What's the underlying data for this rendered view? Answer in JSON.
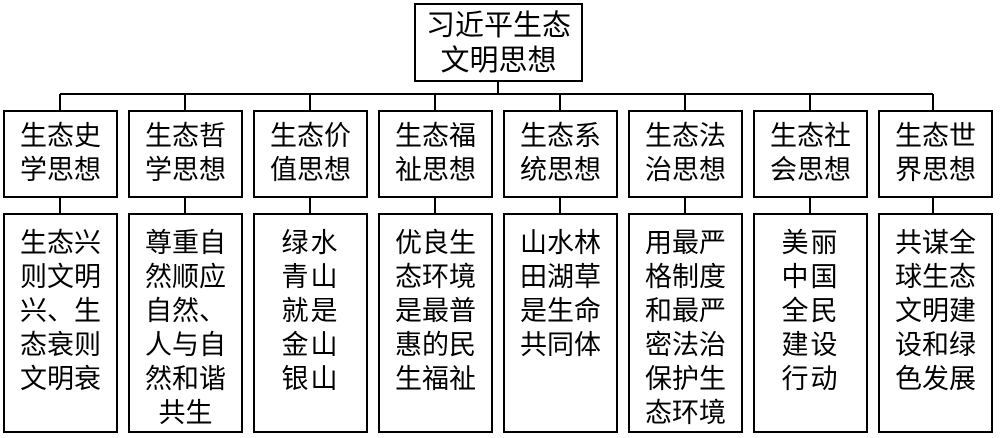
{
  "root": {
    "lines": [
      "习近平生态",
      "文明思想"
    ]
  },
  "branches": [
    {
      "title": [
        "生态史",
        "学思想"
      ],
      "detail": [
        "生态兴",
        "则文明",
        "兴、生",
        "态衰则",
        "文明衰"
      ]
    },
    {
      "title": [
        "生态哲",
        "学思想"
      ],
      "detail": [
        "尊重自",
        "然顺应",
        "自然、",
        "人与自",
        "然和谐",
        "共生"
      ]
    },
    {
      "title": [
        "生态价",
        "值思想"
      ],
      "detail": [
        "绿水",
        "青山",
        "就是",
        "金山",
        "银山"
      ]
    },
    {
      "title": [
        "生态福",
        "祉思想"
      ],
      "detail": [
        "优良生",
        "态环境",
        "是最普",
        "惠的民",
        "生福祉"
      ]
    },
    {
      "title": [
        "生态系",
        "统思想"
      ],
      "detail": [
        "山水林",
        "田湖草",
        "是生命",
        "共同体"
      ]
    },
    {
      "title": [
        "生态法",
        "治思想"
      ],
      "detail": [
        "用最严",
        "格制度",
        "和最严",
        "密法治",
        "保护生",
        "态环境"
      ]
    },
    {
      "title": [
        "生态社",
        "会思想"
      ],
      "detail": [
        "美丽",
        "中国",
        "全民",
        "建设",
        "行动"
      ]
    },
    {
      "title": [
        "生态世",
        "界思想"
      ],
      "detail": [
        "共谋全",
        "球生态",
        "文明建",
        "设和绿",
        "色发展"
      ]
    }
  ]
}
